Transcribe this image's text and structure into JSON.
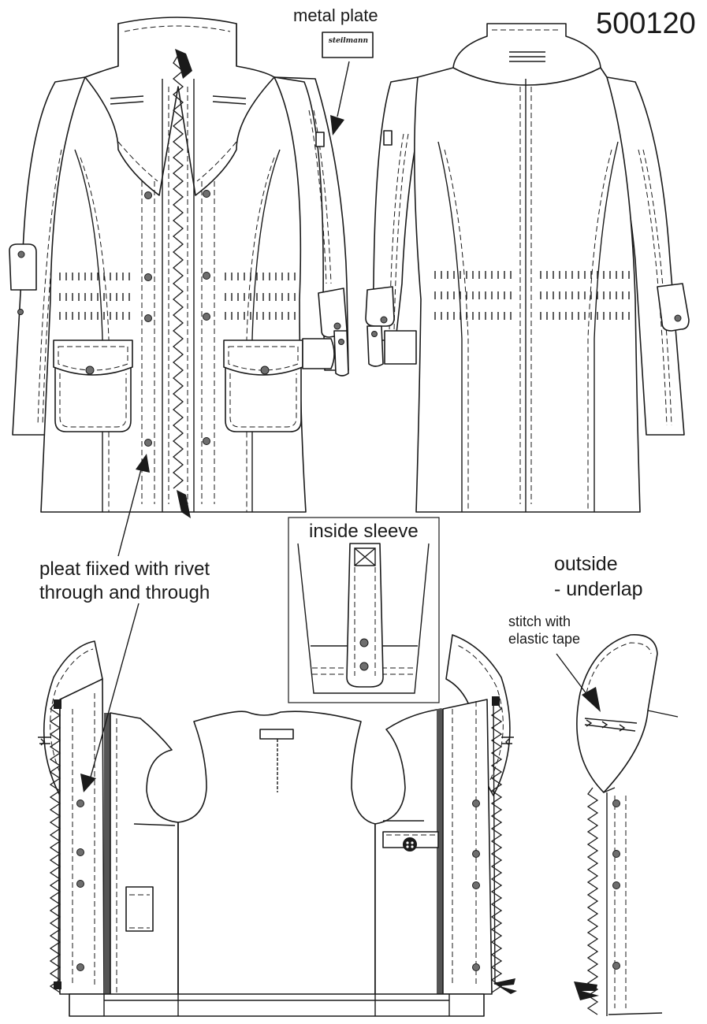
{
  "style_number": "500120",
  "labels": {
    "metal_plate": "metal plate",
    "brand_plate": "steilmann",
    "pleat_line1": "pleat fiixed with rivet",
    "pleat_line2": "through and through",
    "inside_sleeve": "inside sleeve",
    "outside_line1": "outside",
    "outside_line2": "- underlap",
    "stitch_line1": "stitch with",
    "stitch_line2": "elastic tape"
  },
  "colors": {
    "line": "#1a1a1a",
    "fill": "#ffffff",
    "rivet": "#6e6e6e",
    "facing": "#555555"
  }
}
